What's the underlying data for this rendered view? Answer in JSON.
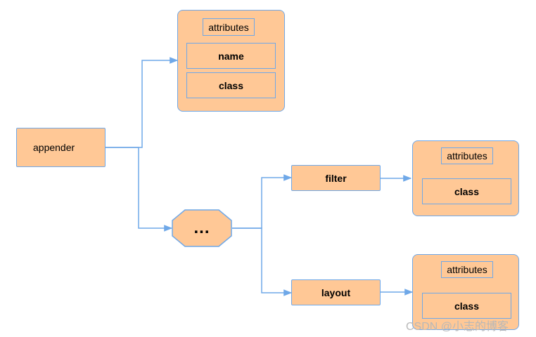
{
  "nodes": {
    "appender": "appender",
    "ellipsis": "...",
    "filter": "filter",
    "layout": "layout"
  },
  "groups": {
    "appender_group": {
      "attributes": "attributes",
      "fields": [
        "name",
        "class"
      ]
    },
    "filter_group": {
      "attributes": "attributes",
      "fields": [
        "class"
      ]
    },
    "layout_group": {
      "attributes": "attributes",
      "fields": [
        "class"
      ]
    }
  },
  "watermark": "CSDN @小志的博客",
  "colors": {
    "fill": "#ffc896",
    "stroke": "#6fa8e8",
    "edge": "#6fa8e8"
  }
}
